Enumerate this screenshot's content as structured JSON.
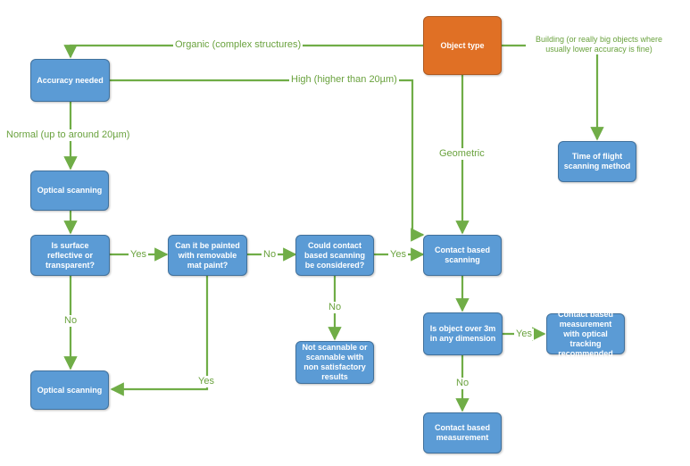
{
  "colors": {
    "node_blue": "#5b9bd5",
    "node_orange": "#e07025",
    "connector_green": "#70ad47",
    "label_green": "#6aa23e"
  },
  "nodes": {
    "object_type": "Object type",
    "accuracy_needed": "Accuracy needed",
    "time_of_flight": "Time of flight scanning method",
    "optical_scanning_top": "Optical scanning",
    "is_surface_reflective": "Is surface reflective or transparent?",
    "can_be_painted": "Can it be painted with removable mat paint?",
    "could_contact": "Could contact based scanning be considered?",
    "contact_based_scanning": "Contact based scanning",
    "not_scannable": "Not scannable or scannable with non satisfactory results",
    "optical_scanning_bottom": "Optical scanning",
    "is_object_over_3m": "Is object over 3m in any dimension",
    "contact_tracking": "Contact based measurement with optical tracking recommended",
    "contact_measurement": "Contact based measurement"
  },
  "edge_labels": {
    "organic": "Organic (complex structures)",
    "building": "Building (or really big objects where usually lower accuracy is fine)",
    "high": "High (higher than 20µm)",
    "normal": "Normal (up to around 20µm)",
    "geometric": "Geometric",
    "yes_reflective": "Yes",
    "no_painted": "No",
    "yes_contact": "Yes",
    "no_reflective": "No",
    "yes_painted": "Yes",
    "no_contact": "No",
    "yes_3m": "Yes",
    "no_3m": "No"
  }
}
